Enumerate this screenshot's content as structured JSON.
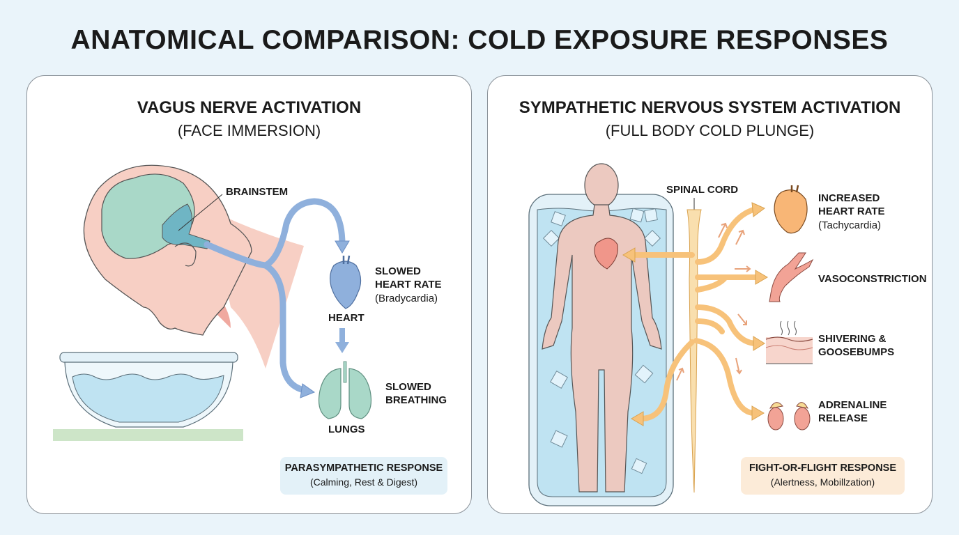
{
  "title": "ANATOMICAL COMPARISON: COLD EXPOSURE RESPONSES",
  "left": {
    "heading": "VAGUS NERVE ACTIVATION",
    "subheading": "(FACE IMMERSION)",
    "labels": {
      "brainstem": "BRAINSTEM",
      "heart_effect_1": "SLOWED",
      "heart_effect_2": "HEART RATE",
      "heart_effect_3": "(Bradycardia)",
      "heart": "HEART",
      "lung_effect_1": "SLOWED",
      "lung_effect_2": "BREATHING",
      "lungs": "LUNGS"
    },
    "response": {
      "title": "PARASYMPATHETIC RESPONSE",
      "detail": "(Calming, Rest & Digest)"
    }
  },
  "right": {
    "heading": "SYMPATHETIC NERVOUS SYSTEM ACTIVATION",
    "subheading": "(FULL BODY COLD PLUNGE)",
    "labels": {
      "spinal_cord": "SPINAL CORD",
      "heart_1": "INCREASED",
      "heart_2": "HEART RATE",
      "heart_3": "(Tachycardia)",
      "vaso": "VASOCONSTRICTION",
      "shiver_1": "SHIVERING &",
      "shiver_2": "GOOSEBUMPS",
      "adrenal_1": "ADRENALINE",
      "adrenal_2": "RELEASE"
    },
    "response": {
      "title": "FIGHT-OR-FLIGHT RESPONSE",
      "detail": "(Alertness, Mobillzation)"
    }
  },
  "colors": {
    "background": "#eaf4fa",
    "nerve_blue": "#8fb0dc",
    "nerve_orange": "#f7c27a",
    "skin": "#f7cfc4",
    "brain": "#a9d8c8",
    "water": "#bfe3f2",
    "parasym_box": "#e3f1f8",
    "sympathetic_box": "#fcebd8"
  }
}
